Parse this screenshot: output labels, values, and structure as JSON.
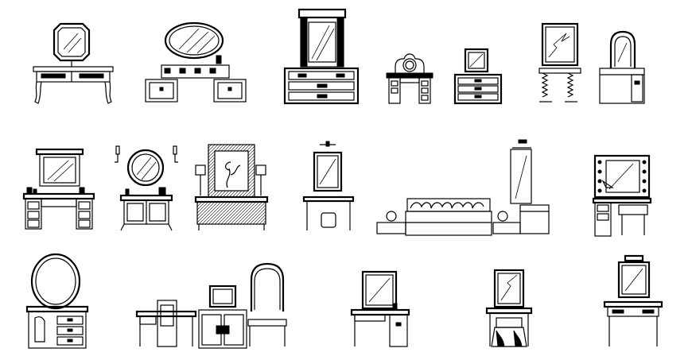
{
  "drawing": {
    "stroke_color": "#000000",
    "background_color": "#ffffff",
    "items": [
      "vanity-octagon-mirror-cabriole",
      "vanity-oval-mirror-two-pedestal",
      "vanity-tall-mirror-chest",
      "vanity-arched-clock-mirror",
      "vanity-square-mirror-chest",
      "vanity-spring-leg-mirror",
      "vanity-arched-tri-mirror",
      "vanity-hutch-mirror-cabinet",
      "vanity-round-mirror-sconces",
      "vanity-ornate-frame-lamps",
      "vanity-wall-mirror-stool",
      "vanity-long-bench-floral",
      "vanity-hollywood-lights",
      "vanity-oval-mirror-chest",
      "vanity-desk-chair-tv-cabinet",
      "vanity-mirror-desk-drawers",
      "vanity-mirror-draped-table",
      "vanity-framed-mirror-table"
    ]
  }
}
